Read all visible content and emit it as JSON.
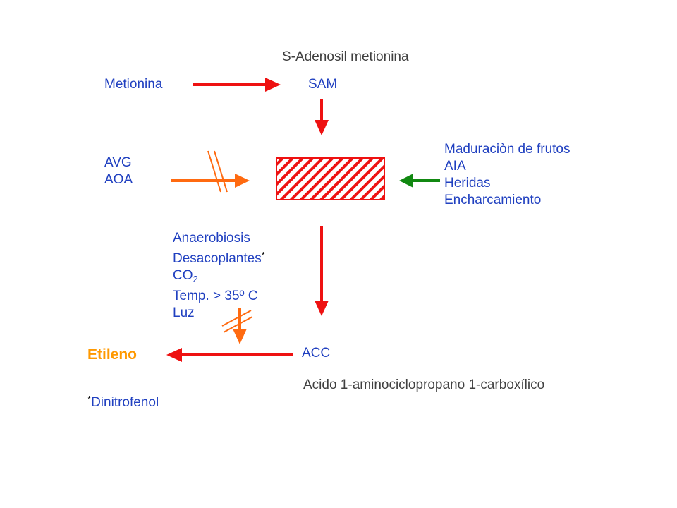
{
  "labels": {
    "sam_full": "S-Adenosil metionina",
    "metionina": "Metionina",
    "sam": "SAM",
    "acc": "ACC",
    "acc_full": "Acido 1-aminociclopropano 1-carboxílico",
    "etileno": "Etileno",
    "dinitrofenol": "Dinitrofenol",
    "asterisk": "*"
  },
  "inhibitors_left": [
    "AVG",
    "AOA"
  ],
  "promoters_right": [
    "Maduraciòn de frutos",
    "AIA",
    "Heridas",
    "Encharcamiento"
  ],
  "inhibitors_lower": {
    "anaerobiosis": "Anaerobiosis",
    "desacoplantes": "Desacoplantes",
    "co": "CO",
    "co_sub": "2",
    "temp": "Temp. > 35º C",
    "luz": "Luz"
  },
  "colors": {
    "red": "#ee1111",
    "orange": "#ff6a10",
    "green": "#118811",
    "blue_text": "#2040c0",
    "gray_text": "#404040",
    "etileno_text": "#ff9900"
  }
}
